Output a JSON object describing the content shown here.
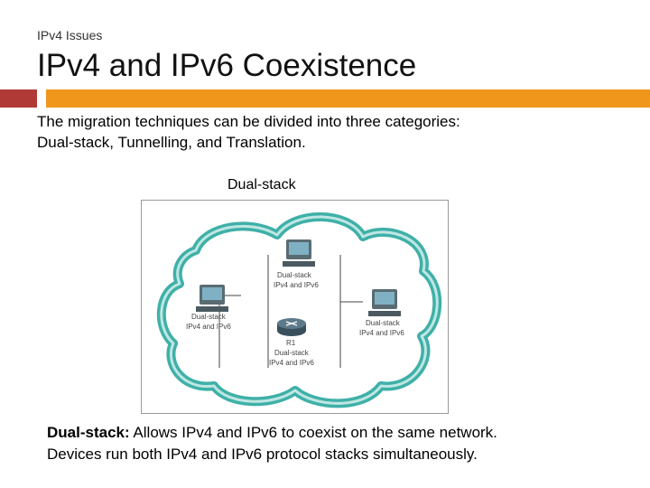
{
  "slide": {
    "section_label": "IPv4 Issues",
    "title": "IPv4 and IPv6 Coexistence",
    "intro_line1": "The migration techniques can be divided into three categories:",
    "intro_line2": "Dual-stack, Tunnelling, and Translation.",
    "figure_caption": "Dual-stack",
    "footer_term": "Dual-stack:",
    "footer_text_1": " Allows IPv4 and IPv6 to coexist on the same network.",
    "footer_text_2": "Devices run both IPv4 and IPv6 protocol stacks simultaneously."
  },
  "diagram": {
    "cloud_color": "#3fb0a8",
    "nodes": {
      "top_pc": {
        "line1": "Dual-stack",
        "line2": "IPv4 and IPv6"
      },
      "left_pc": {
        "line1": "Dual-stack",
        "line2": "IPv4 and IPv6"
      },
      "right_pc": {
        "line1": "Dual-stack",
        "line2": "IPv4 and IPv6"
      },
      "router": {
        "name": "R1",
        "line1": "Dual-stack",
        "line2": "IPv4 and IPv6"
      }
    }
  },
  "colors": {
    "accent_red": "#b03a36",
    "accent_orange": "#f0961b"
  }
}
